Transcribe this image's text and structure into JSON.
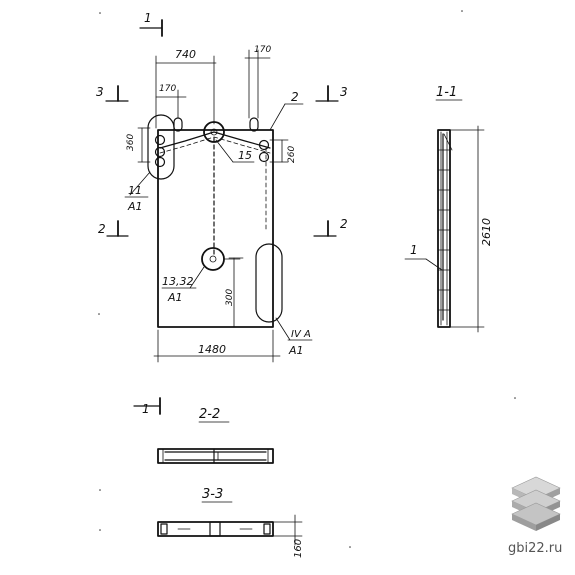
{
  "sections": {
    "s1": "1",
    "s2": "2",
    "s3": "3",
    "v11_title": "1-1",
    "v22_title": "2-2",
    "v33_title": "3-3"
  },
  "dimensions": {
    "d740": "740",
    "d170_left": "170",
    "d170_right": "170",
    "d360": "360",
    "d260": "260",
    "d1480": "1480",
    "d2610": "2610",
    "d300": "300",
    "d160": "160"
  },
  "callouts": {
    "pos2": "2",
    "pos15": "15",
    "pos11": "11",
    "a1_left": "A1",
    "pos1332": "13,32",
    "a1_mid": "A1",
    "iva": "IV A",
    "a1_right": "A1",
    "pos1_side": "1"
  },
  "watermark": {
    "site": "gbi22.ru",
    "colors": {
      "top": "#c8c8c8",
      "mid": "#a9a9a9",
      "bottom": "#8e8e8e"
    }
  }
}
